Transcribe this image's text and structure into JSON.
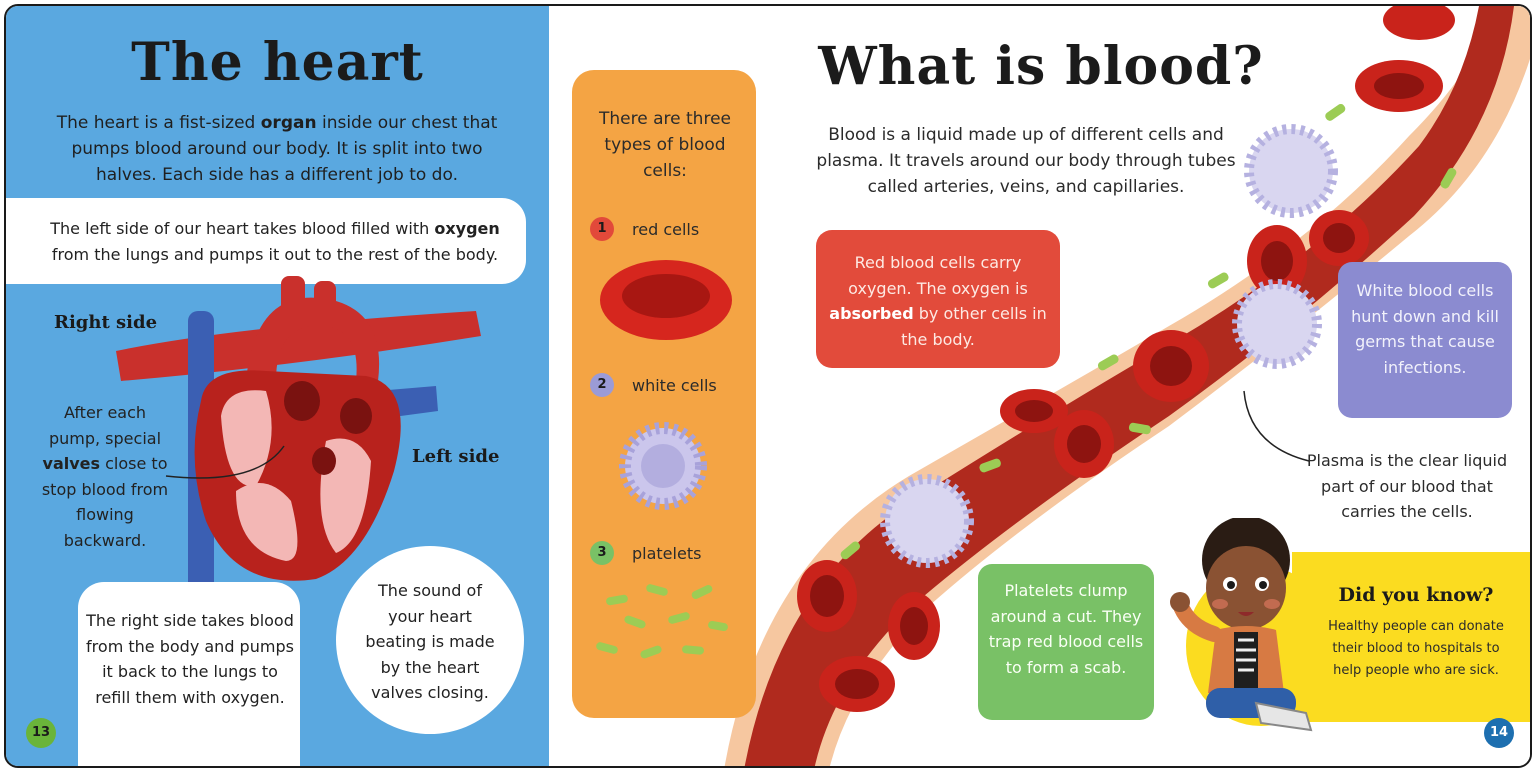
{
  "left_page": {
    "title": "The heart",
    "intro": {
      "part1": "The heart is a fist-sized ",
      "bold": "organ",
      "part2": " inside our chest that pumps blood around our body. It is split into two halves. Each side has a different job to do."
    },
    "left_side_box": {
      "part1": "The left side of our heart takes blood filled with ",
      "bold": "oxygen",
      "part2": " from the lungs and pumps it out to the rest of the body."
    },
    "label_right_side": "Right side",
    "label_left_side": "Left side",
    "valves_note": {
      "part1": "After each pump, special ",
      "bold": "valves",
      "part2": " close to stop blood from flowing backward."
    },
    "right_side_box": "The right side takes blood from the body and pumps it back to the lungs to refill them with oxygen.",
    "sound_circle": "The sound of your heart beating is made by the heart valves closing.",
    "page_number": "13"
  },
  "right_page": {
    "title": "What is blood?",
    "intro": "Blood is a liquid made up of different cells and plasma. It travels around our body through tubes called arteries, veins, and capillaries.",
    "types_intro": "There are three types of blood cells:",
    "cell_types": [
      {
        "num": "1",
        "label": "red cells",
        "color": "#e2493a"
      },
      {
        "num": "2",
        "label": "white cells",
        "color": "#9b9bd6"
      },
      {
        "num": "3",
        "label": "platelets",
        "color": "#79c166"
      }
    ],
    "red_box": {
      "part1": "Red blood cells carry oxygen. The oxygen is ",
      "bold": "absorbed",
      "part2": " by other cells in the body."
    },
    "white_box": "White blood cells hunt down and kill germs that cause infections.",
    "plasma_note": "Plasma is the clear liquid part of our blood that carries the cells.",
    "platelets_box": "Platelets clump around a cut. They trap red blood cells to form a scab.",
    "did_you_know": {
      "title": "Did you know?",
      "text": "Healthy people can donate their blood to hospitals to help people who are sick."
    },
    "page_number": "14"
  },
  "colors": {
    "left_background": "#5aa8e0",
    "orange_column": "#f4a444",
    "red_box": "#e24b3b",
    "purple_box": "#8b8bd0",
    "green_box": "#79c166",
    "yellow_box": "#fbdc20",
    "vessel_outer": "#f6c7a0",
    "vessel_inner": "#b02a1e"
  }
}
